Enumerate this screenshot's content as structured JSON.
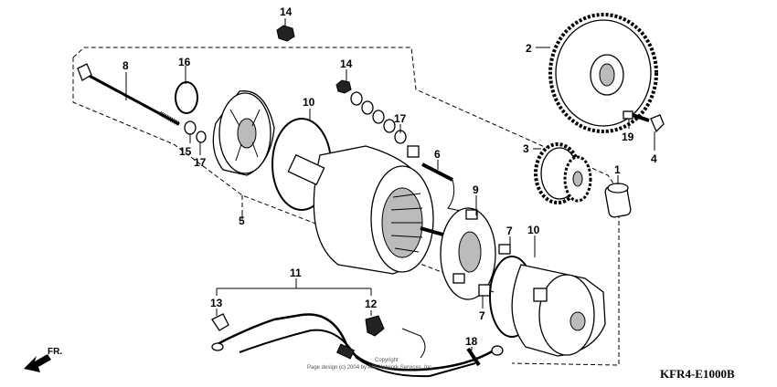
{
  "callouts": [
    {
      "id": "14a",
      "text": "14"
    },
    {
      "id": "8",
      "text": "8"
    },
    {
      "id": "16",
      "text": "16"
    },
    {
      "id": "15",
      "text": "15"
    },
    {
      "id": "17a",
      "text": "17"
    },
    {
      "id": "5",
      "text": "5"
    },
    {
      "id": "10a",
      "text": "10"
    },
    {
      "id": "14b",
      "text": "14"
    },
    {
      "id": "17b",
      "text": "17"
    },
    {
      "id": "6",
      "text": "6"
    },
    {
      "id": "9",
      "text": "9"
    },
    {
      "id": "7a",
      "text": "7"
    },
    {
      "id": "10b",
      "text": "10"
    },
    {
      "id": "7b",
      "text": "7"
    },
    {
      "id": "2",
      "text": "2"
    },
    {
      "id": "19",
      "text": "19"
    },
    {
      "id": "4",
      "text": "4"
    },
    {
      "id": "3",
      "text": "3"
    },
    {
      "id": "1",
      "text": "1"
    },
    {
      "id": "11",
      "text": "11"
    },
    {
      "id": "13",
      "text": "13"
    },
    {
      "id": "12",
      "text": "12"
    },
    {
      "id": "18",
      "text": "18"
    }
  ],
  "direction_label": "FR.",
  "diagram_code": "KFR4-E1000B",
  "watermark_line1": "Copyright",
  "watermark_line2": "Page design (c) 2004 by ARI Network Services, Inc."
}
